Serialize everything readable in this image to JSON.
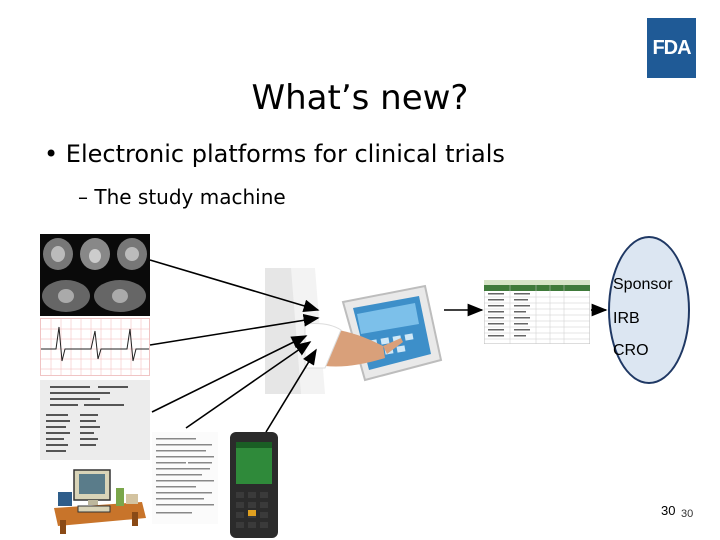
{
  "logo": {
    "text": "FDA"
  },
  "slide": {
    "title": "What’s new?",
    "bullet_1": "• Electronic platforms for clinical trials",
    "bullet_2": "– The study machine"
  },
  "targets": {
    "sponsor": "Sponsor",
    "irb": "IRB",
    "cro": "CRO"
  },
  "footer": {
    "page_number": "30",
    "page_number_small": "30"
  },
  "colors": {
    "logo_bg": "#1f5a96",
    "oval_fill": "#dce6f2",
    "oval_border": "#1f3864"
  }
}
